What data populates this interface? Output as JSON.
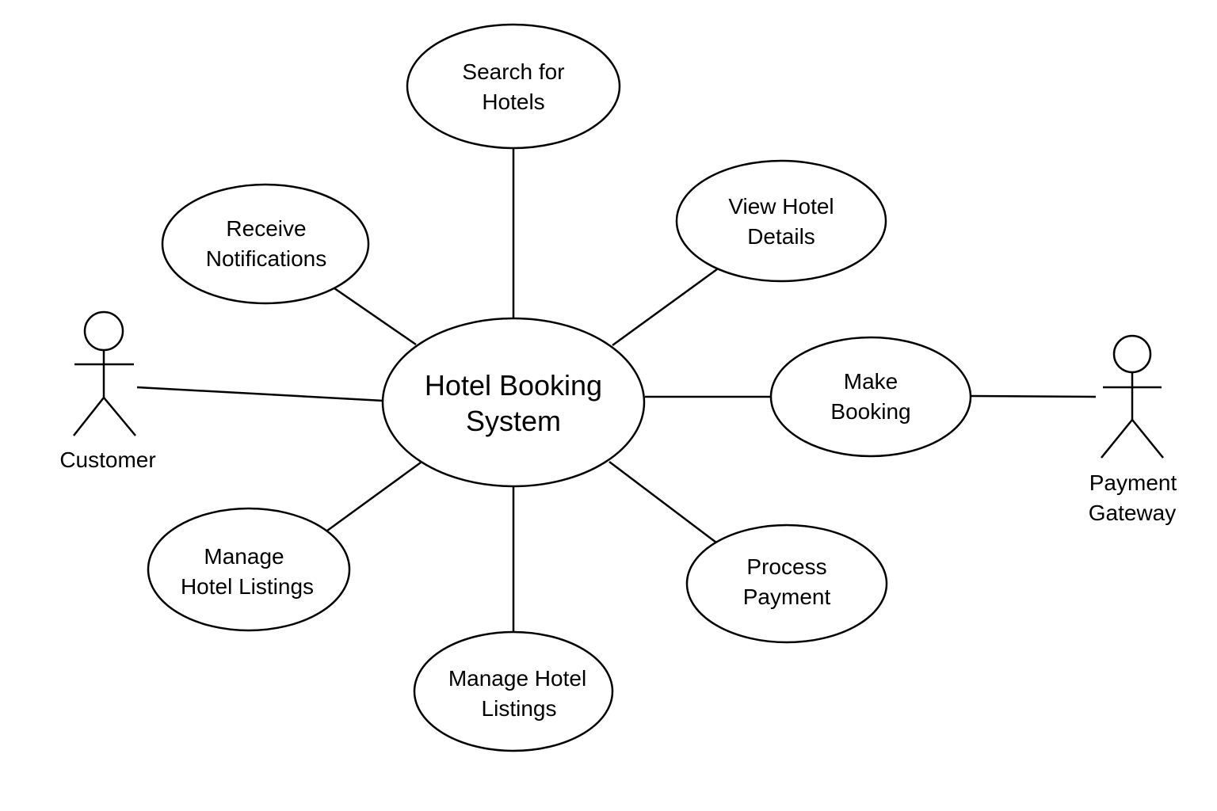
{
  "diagram": {
    "system": {
      "line1": "Hotel Booking",
      "line2": "System"
    },
    "use_cases": {
      "search": {
        "line1": "Search for",
        "line2": "Hotels"
      },
      "view": {
        "line1": "View Hotel",
        "line2": "Details"
      },
      "make_booking": {
        "line1": "Make",
        "line2": "Booking"
      },
      "process_payment": {
        "line1": "Process",
        "line2": "Payment"
      },
      "manage_bottom": {
        "line1": "Manage Hotel",
        "line2": "Listings"
      },
      "manage_left": {
        "line1": "Manage",
        "line2": "Hotel Listings"
      },
      "notifications": {
        "line1": "Receive",
        "line2": "Notifications"
      }
    },
    "actors": {
      "customer": {
        "label": "Customer"
      },
      "payment_gateway": {
        "line1": "Payment",
        "line2": "Gateway"
      }
    }
  }
}
